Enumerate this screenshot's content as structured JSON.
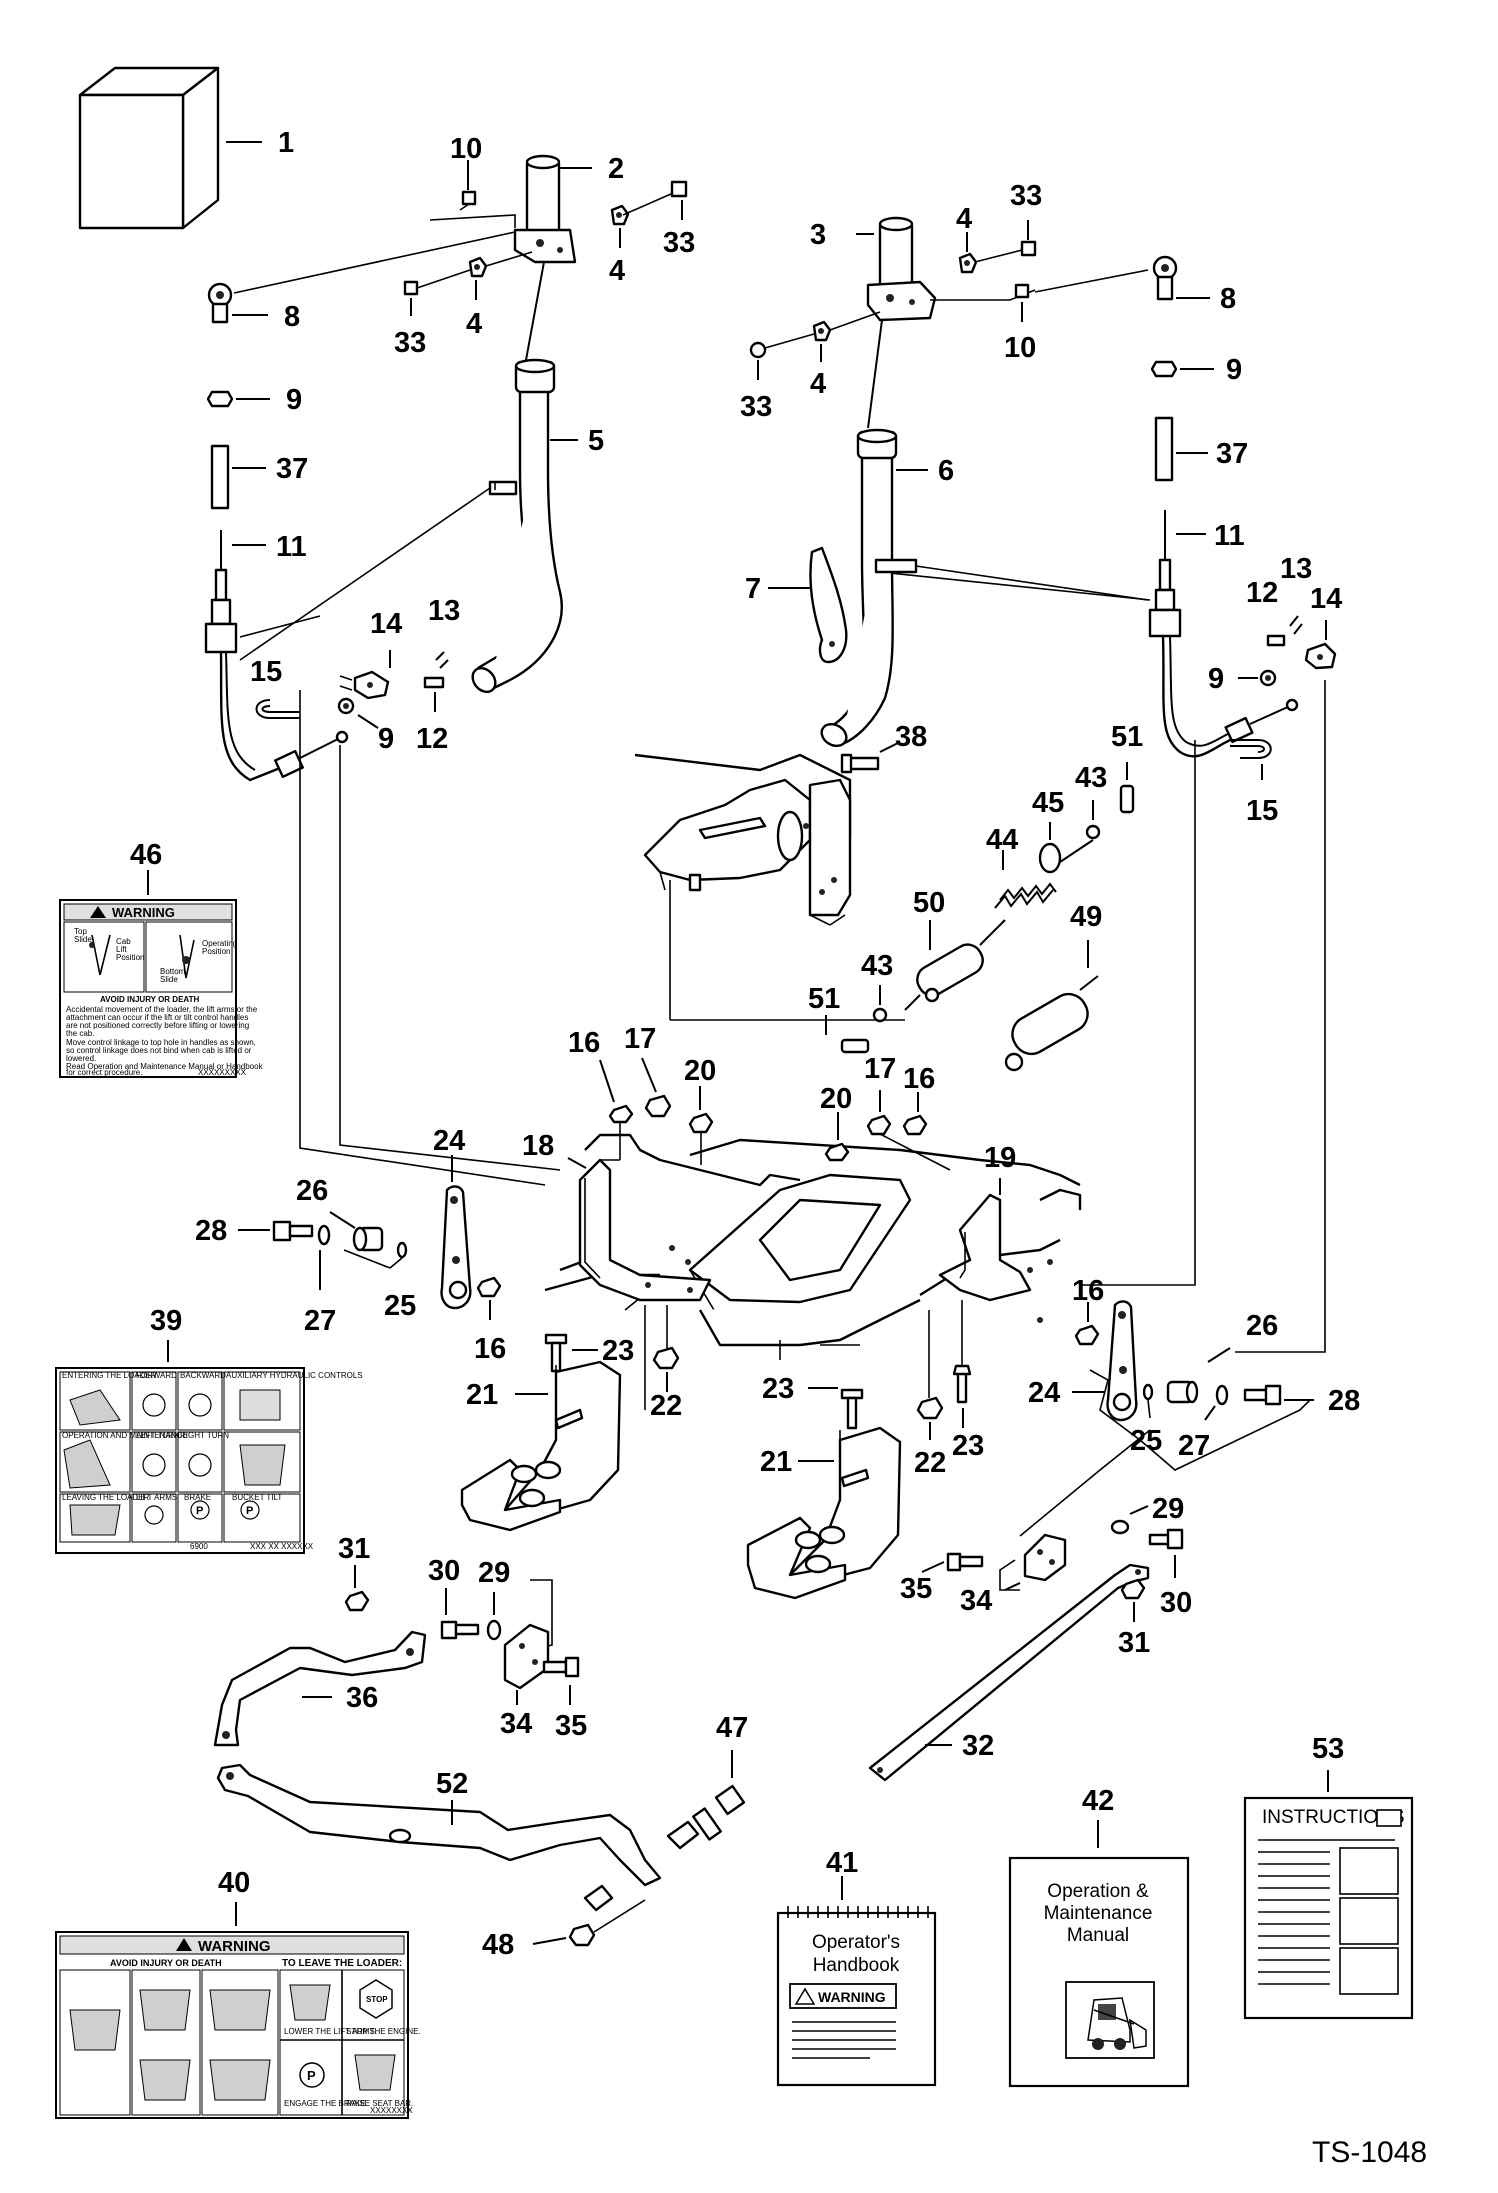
{
  "callouts": {
    "n1": "1",
    "n2": "2",
    "n3": "3",
    "n4a": "4",
    "n4b": "4",
    "n4c": "4",
    "n4d": "4",
    "n5": "5",
    "n6": "6",
    "n7": "7",
    "n8a": "8",
    "n8b": "8",
    "n9a": "9",
    "n9b": "9",
    "n9c": "9",
    "n9d": "9",
    "n10a": "10",
    "n10b": "10",
    "n11a": "11",
    "n11b": "11",
    "n12a": "12",
    "n12b": "12",
    "n13a": "13",
    "n13b": "13",
    "n14a": "14",
    "n14b": "14",
    "n15a": "15",
    "n15b": "15",
    "n16a": "16",
    "n16b": "16",
    "n16c": "16",
    "n16d": "16",
    "n17a": "17",
    "n17b": "17",
    "n18": "18",
    "n19": "19",
    "n20a": "20",
    "n20b": "20",
    "n21a": "21",
    "n21b": "21",
    "n22a": "22",
    "n22b": "22",
    "n23a": "23",
    "n23b": "23",
    "n23c": "23",
    "n24a": "24",
    "n24b": "24",
    "n25a": "25",
    "n25b": "25",
    "n26a": "26",
    "n26b": "26",
    "n27a": "27",
    "n27b": "27",
    "n28a": "28",
    "n28b": "28",
    "n29a": "29",
    "n29b": "29",
    "n30a": "30",
    "n30b": "30",
    "n31a": "31",
    "n31b": "31",
    "n32": "32",
    "n33a": "33",
    "n33b": "33",
    "n33c": "33",
    "n33d": "33",
    "n34a": "34",
    "n34b": "34",
    "n35a": "35",
    "n35b": "35",
    "n36": "36",
    "n37a": "37",
    "n37b": "37",
    "n38": "38",
    "n39": "39",
    "n40": "40",
    "n41": "41",
    "n42": "42",
    "n43a": "43",
    "n43b": "43",
    "n44": "44",
    "n45": "45",
    "n46": "46",
    "n47": "47",
    "n48": "48",
    "n49": "49",
    "n50": "50",
    "n51a": "51",
    "n51b": "51",
    "n52": "52",
    "n53": "53"
  },
  "decal_46": {
    "header": "WARNING",
    "left_caption_1": "Top",
    "left_caption_2": "Slide",
    "mid_caption_1": "Cab",
    "mid_caption_2": "Lift",
    "mid_caption_3": "Position",
    "right_caption_1": "Operating",
    "right_caption_2": "Position",
    "bottom_caption_1": "Bottom",
    "bottom_caption_2": "Slide",
    "title": "AVOID INJURY OR DEATH",
    "line_1": "Accidental movement of the loader, the lift arms or the",
    "line_2": "attachment can occur if the lift or tilt control handles",
    "line_3": "are not positioned correctly before lifting or lowering",
    "line_4": "the cab.",
    "line_5": "Move control linkage to top hole in handles as shown,",
    "line_6": "so control linkage does not bind when cab is lifted or",
    "line_7": "lowered.",
    "line_8": "Read Operation and Maintenance Manual or Handbook",
    "line_9": "for correct procedure.",
    "code": "XXXXXXXXX"
  },
  "decal_39": {
    "p1": "ENTERING THE LOADER",
    "p2": "FORWARD",
    "p3": "BACKWARD",
    "p4": "AUXILIARY HYDRAULIC CONTROLS",
    "p5": "OPERATION AND MAINTENANCE",
    "p6": "LEFT TURN",
    "p7": "RIGHT TURN",
    "p8": "LEAVING THE LOADER",
    "p9": "LIFT ARMS",
    "p10": "BRAKE",
    "p11": "BUCKET TILT",
    "code_left": "6900",
    "code_right": "XXX XX XXXXXX"
  },
  "decal_40": {
    "header": "WARNING",
    "title": "AVOID INJURY OR DEATH",
    "leave_title": "TO LEAVE THE LOADER:",
    "s1": "LOWER THE LIFT ARMS.",
    "s2": "STOP THE ENGINE.",
    "s3": "ENGAGE THE BRAKE.",
    "s4": "RAISE SEAT BAR.",
    "stop": "STOP",
    "brake": "P",
    "code": "XXXXXXXX"
  },
  "book_41": {
    "line1": "Operator's",
    "line2": "Handbook",
    "warning": "WARNING"
  },
  "book_42": {
    "line1": "Operation &",
    "line2": "Maintenance",
    "line3": "Manual"
  },
  "book_53": {
    "title": "INSTRUCTIONS"
  },
  "figure_id": "TS-1048"
}
